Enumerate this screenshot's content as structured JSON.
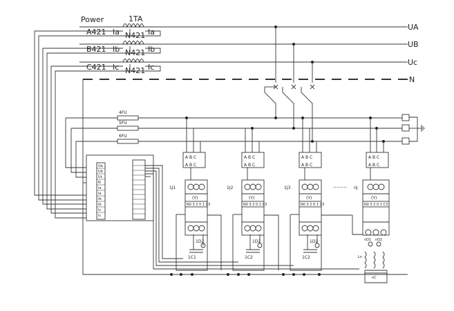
{
  "header": {
    "power": "Power",
    "transformer": "1TA"
  },
  "buses": [
    {
      "id": "a",
      "name": "UA",
      "phase_label": "A421",
      "current_label": "Ia",
      "secondary_label": "N421",
      "secondary_current": "Ia"
    },
    {
      "id": "b",
      "name": "UB",
      "phase_label": "B421",
      "current_label": "Ib",
      "secondary_label": "N421",
      "secondary_current": "Ib"
    },
    {
      "id": "c",
      "name": "Uc",
      "phase_label": "C421",
      "current_label": "Ic",
      "secondary_label": "N421",
      "secondary_current": "Ic"
    },
    {
      "id": "n",
      "name": "N"
    }
  ],
  "fuses": [
    "4FU",
    "5FU",
    "6FU"
  ],
  "controller_terminals": [
    "Ua",
    "Ub",
    "Uc",
    "N",
    "Ia",
    "Ia",
    "Ib",
    "Ib",
    "Ic",
    "Ic"
  ],
  "modules": [
    {
      "name": "1J1",
      "center": "(Y)",
      "terminals": "N0 3 2 0 1 C3",
      "indicator": "1D2",
      "capacitor": "1C1",
      "abc_top": "A B C",
      "abc_bottom": "A B C"
    },
    {
      "name": "1J2",
      "center": "(Y)",
      "terminals": "N0 3 2 0 1 C3",
      "indicator": "1D2",
      "capacitor": "1C2",
      "abc_top": "A B C",
      "abc_bottom": "A B C"
    },
    {
      "name": "1J3",
      "center": "(Y)",
      "terminals": "N0 3 2 0 1 C3",
      "indicator": "1D2",
      "capacitor": "1C2",
      "abc_top": "A B C",
      "abc_bottom": "A B C"
    },
    {
      "name": "nJ",
      "center": "(Y)",
      "terminals": "N0 3 2 0 1 C3",
      "indicator": "nD2",
      "indicator_left": "nD1",
      "capacitor": "nC",
      "abc_top": "A B C",
      "abc_bottom": "A B C",
      "inductor": "Ln"
    }
  ],
  "ellipsis": "........",
  "circle_glyphs": "123",
  "colors": {
    "line": "#333333",
    "bus": "#222222",
    "dashed": "#222222"
  }
}
